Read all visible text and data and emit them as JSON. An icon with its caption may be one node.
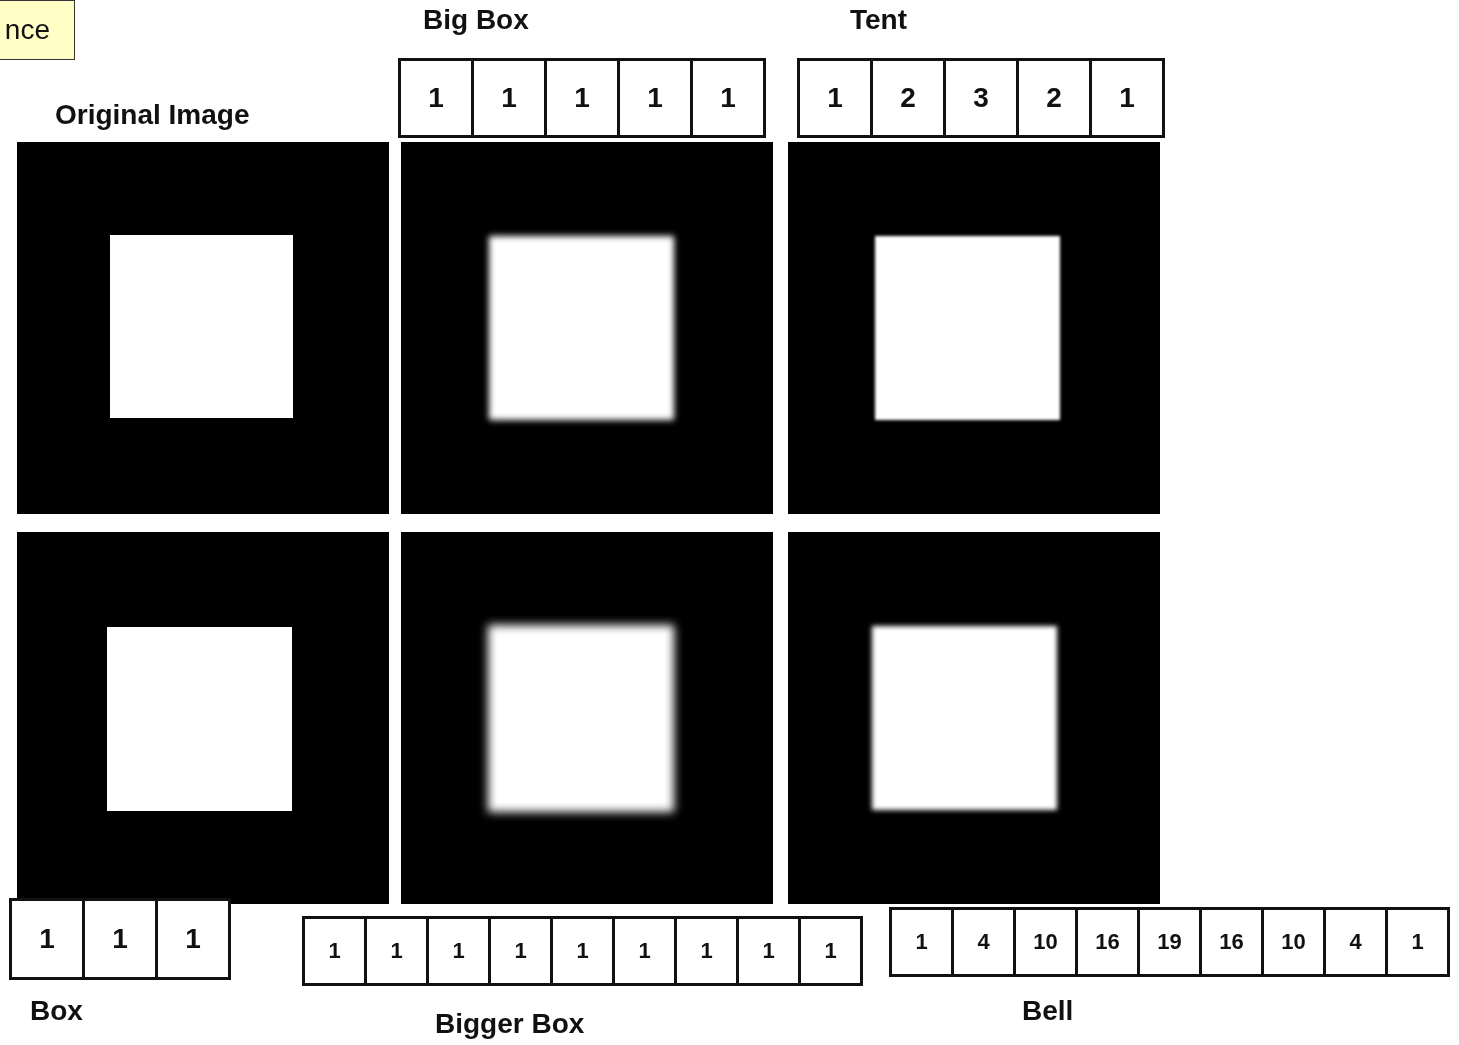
{
  "diagram": {
    "nodes": [
      {
        "text": [
          "nce"
        ]
      }
    ],
    "labels": [
      "Big Box",
      "Tent",
      "1",
      "1",
      "1",
      "1",
      "1",
      "1",
      "2",
      "3",
      "2",
      "1",
      "Original Image",
      "1",
      "1",
      "1",
      "1",
      "1",
      "1",
      "1",
      "1",
      "1",
      "1",
      "1",
      "1",
      "1",
      "4",
      "10",
      "16",
      "19",
      "16",
      "10",
      "4",
      "1",
      "Box",
      "Bigger Box",
      "Bell"
    ]
  }
}
